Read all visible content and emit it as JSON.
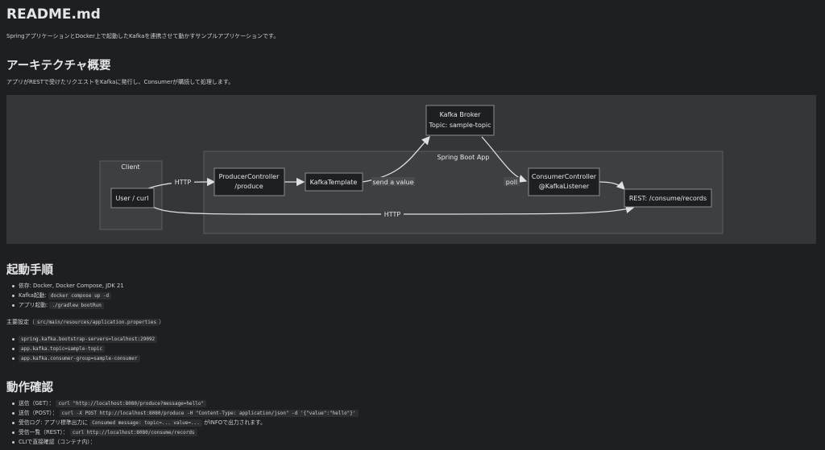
{
  "title": "README.md",
  "intro": "SpringアプリケーションとDocker上で起動したKafkaを連携させて動かすサンプルアプリケーションです。",
  "arch": {
    "heading": "アーキテクチャ概要",
    "desc": "アプリがRESTで受けたリクエストをKafkaに発行し、Consumerが購読して処理します。",
    "diagram": {
      "client_label": "Client",
      "spring_label": "Spring Boot App",
      "user_curl": "User / curl",
      "producer_line1": "ProducerController",
      "producer_line2": "/produce",
      "kafka_template": "KafkaTemplate",
      "broker_line1": "Kafka Broker",
      "broker_line2": "Topic: sample-topic",
      "consumer_line1": "ConsumerController",
      "consumer_line2": "@KafkaListener",
      "rest": "REST: /consume/records",
      "edge_http1": "HTTP",
      "edge_send": "send a value",
      "edge_poll": "poll",
      "edge_http2": "HTTP"
    }
  },
  "startup": {
    "heading": "起動手順",
    "items": [
      {
        "label": "依存: Docker, Docker Compose, JDK 21",
        "code": ""
      },
      {
        "label": "Kafka起動: ",
        "code": "docker compose up -d"
      },
      {
        "label": "アプリ起動: ",
        "code": "./gradlew bootRun"
      }
    ],
    "settings_prefix": "主要設定（",
    "settings_code": "src/main/resources/application.properties",
    "settings_suffix": "）",
    "settings": [
      "spring.kafka.bootstrap-servers=localhost:29092",
      "app.kafka.topic=sample-topic",
      "app.kafka.consumer-group=sample-consumer"
    ]
  },
  "verify": {
    "heading": "動作確認",
    "items": [
      {
        "prefix": "送信（GET）： ",
        "code": "curl \"http://localhost:8080/produce?message=hello\"",
        "suffix": ""
      },
      {
        "prefix": "送信（POST）： ",
        "code": "curl -X POST http://localhost:8080/produce -H \"Content-Type: application/json\" -d '{\"value\":\"hello\"}'",
        "suffix": ""
      },
      {
        "prefix": "受信ログ: アプリ標準出力に ",
        "code": "Consumed message: topic=... value=...",
        "suffix": " がINFOで出力されます。"
      },
      {
        "prefix": "受信一覧（REST）： ",
        "code": "curl http://localhost:8080/consume/records",
        "suffix": ""
      },
      {
        "prefix": "CLIで直接確認（コンテナ内）：",
        "code": "",
        "suffix": ""
      }
    ]
  }
}
